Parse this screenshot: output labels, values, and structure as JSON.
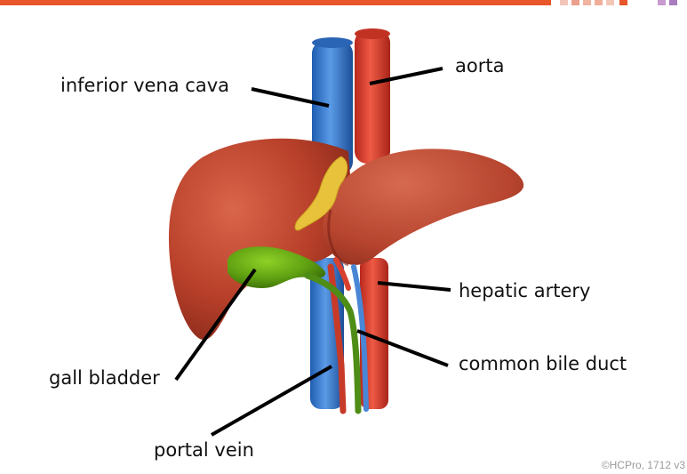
{
  "labels": {
    "ivc": "inferior vena cava",
    "aorta": "aorta",
    "hepatic_artery": "hepatic artery",
    "gall_bladder": "gall bladder",
    "common_bile_duct": "common bile duct",
    "portal_vein": "portal vein"
  },
  "copyright": "©HCPro, 1712 v3",
  "colors": {
    "accent_bar": "#e8562a",
    "liver": "#b8402a",
    "vena_cava": "#3d7fd0",
    "aorta": "#d8412f",
    "gall_bladder": "#5fa012",
    "fat": "#e8c23a"
  }
}
